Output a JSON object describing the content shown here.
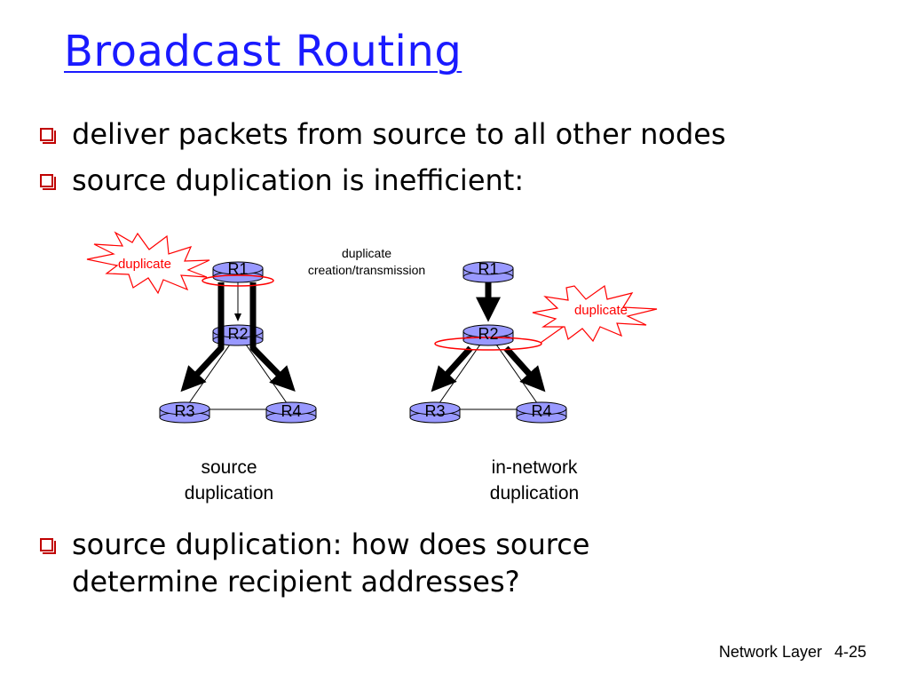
{
  "title": "Broadcast Routing",
  "bullets": [
    "deliver packets from source to all other nodes",
    "source duplication is inefficient:",
    "source duplication: how does source",
    "determine recipient addresses?"
  ],
  "diagram": {
    "center_label_line1": "duplicate",
    "center_label_line2": "creation/transmission",
    "burst_label": "duplicate",
    "routers": [
      "R1",
      "R2",
      "R3",
      "R4"
    ],
    "left_caption_line1": "source",
    "left_caption_line2": "duplication",
    "right_caption_line1": "in-network",
    "right_caption_line2": "duplication",
    "router_fill": "#9999ff",
    "burst_color": "#ff0000"
  },
  "footer": {
    "section": "Network Layer",
    "page": "4-25"
  }
}
